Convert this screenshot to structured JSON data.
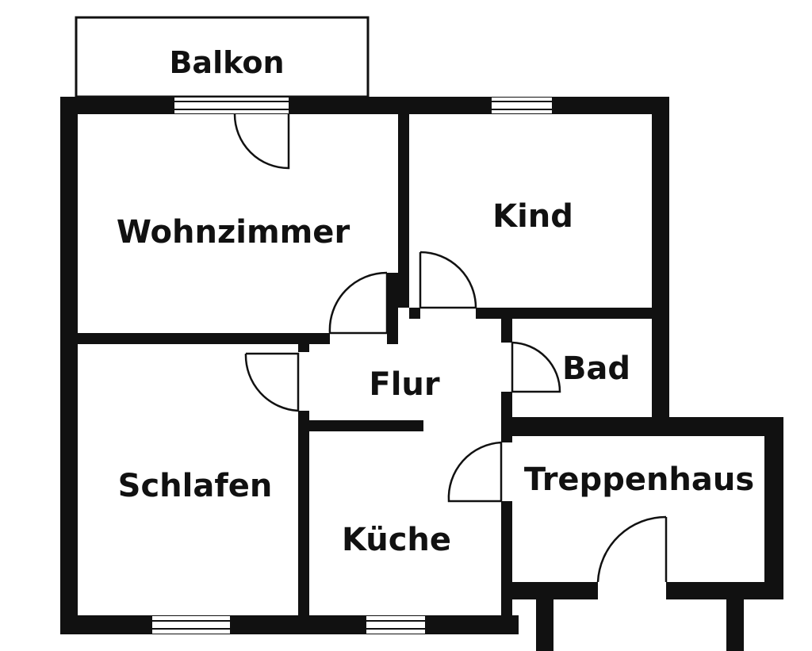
{
  "rooms": {
    "balkon": "Balkon",
    "wohnzimmer": "Wohnzimmer",
    "kind": "Kind",
    "flur": "Flur",
    "bad": "Bad",
    "schlafen": "Schlafen",
    "kueche": "Küche",
    "treppenhaus": "Treppenhaus"
  },
  "colors": {
    "wall": "#111111",
    "background": "#ffffff"
  }
}
